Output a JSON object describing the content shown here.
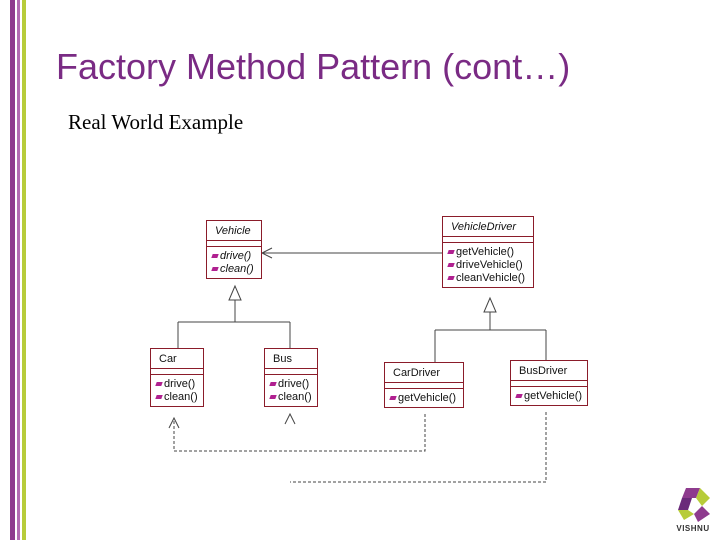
{
  "slide": {
    "title": "Factory Method Pattern (cont…)",
    "subtitle": "Real World Example"
  },
  "diagram": {
    "classes": {
      "vehicle": {
        "name": "Vehicle",
        "ops": [
          "drive()",
          "clean()"
        ]
      },
      "vehicle_driver": {
        "name": "VehicleDriver",
        "ops": [
          "getVehicle()",
          "driveVehicle()",
          "cleanVehicle()"
        ]
      },
      "car": {
        "name": "Car",
        "ops": [
          "drive()",
          "clean()"
        ]
      },
      "bus": {
        "name": "Bus",
        "ops": [
          "drive()",
          "clean()"
        ]
      },
      "car_driver": {
        "name": "CarDriver",
        "ops": [
          "getVehicle()"
        ]
      },
      "bus_driver": {
        "name": "BusDriver",
        "ops": [
          "getVehicle()"
        ]
      }
    }
  },
  "logo": {
    "text": "VISHNU"
  },
  "colors": {
    "title": "#7a2b84",
    "class_border": "#8b1c2a",
    "operation_icon": "#b02090",
    "bar_purple": "#8e3b8e",
    "bar_green": "#b7cc3a"
  }
}
